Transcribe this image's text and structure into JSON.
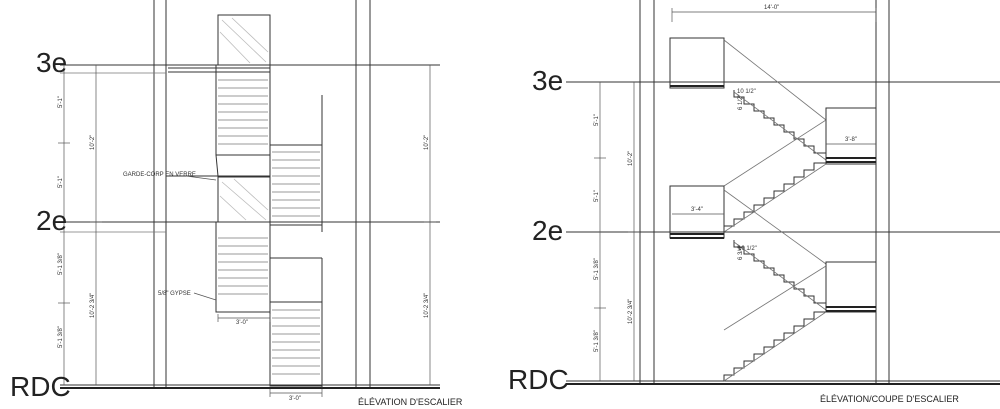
{
  "left_elevation": {
    "levels": {
      "third": "3e",
      "second": "2e",
      "ground": "RDC"
    },
    "notes": {
      "glass_guard": "GARDE-CORP EN VERRE",
      "gypsum": "5/8\" GYPSE"
    },
    "dims": {
      "d1": "5'-1\"",
      "d2": "5'-1\"",
      "d3": "10'-2\"",
      "d4": "10'-2\"",
      "d5": "5'-1 3/8\"",
      "d6": "5'-1 3/8\"",
      "d7": "10'-2 3/4\"",
      "d8": "10'-2 3/4\"",
      "w1": "3'-0\"",
      "w2": "3'-0\""
    },
    "caption": "ÉLÉVATION D'ESCALIER"
  },
  "right_elevation": {
    "levels": {
      "third": "3e",
      "second": "2e",
      "ground": "RDC"
    },
    "dims": {
      "top": "14'-0\"",
      "d1": "5'-1\"",
      "d2": "10'-2\"",
      "d3": "5'-1\"",
      "d4": "5'-1 3/8\"",
      "d5": "10'-2 3/4\"",
      "d6": "5'-1 3/8\"",
      "landing_a": "3'-8\"",
      "landing_b": "3'-4\"",
      "riser_a": "10 1/2\"",
      "riser_a2": "6 1/2\"",
      "riser_b": "10 1/2\"",
      "riser_b2": "6 3/4\""
    },
    "caption": "ÉLÉVATION/COUPE D'ESCALIER"
  }
}
